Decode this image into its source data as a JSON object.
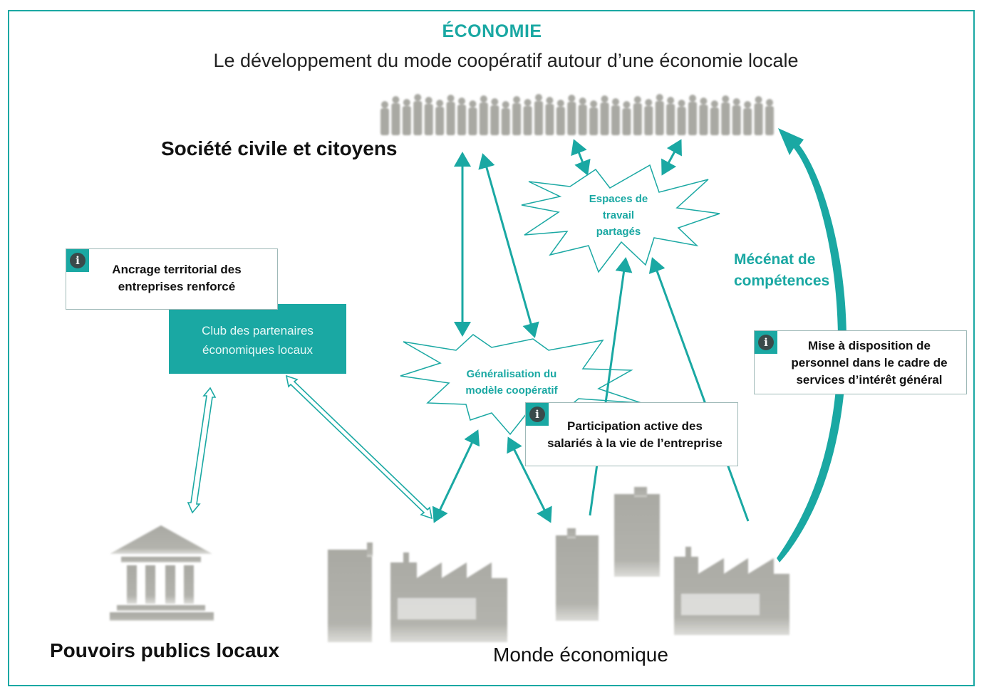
{
  "header": {
    "title": "ÉCONOMIE",
    "subtitle": "Le développement du mode coopératif autour d’une économie locale"
  },
  "actors": {
    "civil_society": "Société civile et citoyens",
    "public_authorities": "Pouvoirs publics locaux",
    "economic_world": "Monde économique"
  },
  "club": {
    "line1": "Club des partenaires",
    "line2": "économiques locaux"
  },
  "bursts": {
    "shared_workspaces": [
      "Espaces de",
      "travail",
      "partagés"
    ],
    "generalisation": [
      "Généralisation du",
      "modèle coopératif"
    ]
  },
  "info_boxes": {
    "ancrage": [
      "Ancrage territorial des",
      "entreprises renforcé"
    ],
    "mise_a_disposition": [
      "Mise à disposition de",
      "personnel dans le cadre de",
      "services d’intérêt général"
    ],
    "participation": [
      "Participation active des",
      "salariés à la vie de l’entreprise"
    ]
  },
  "mecenat": [
    "Mécénat de",
    "compétences"
  ],
  "icons": {
    "info": "info-icon",
    "crowd": "people-crowd-icon",
    "building": "government-building-icon",
    "factory": "factory-icon",
    "office": "office-building-icon"
  },
  "colors": {
    "accent": "#1aa8a3",
    "grey_icons": "#a9a9a3",
    "info_dot": "#3a4a4a"
  }
}
